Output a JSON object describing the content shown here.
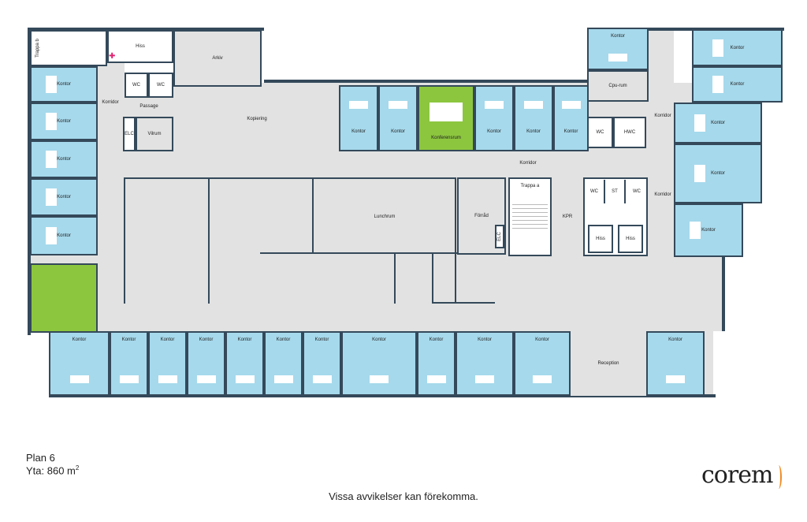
{
  "plan": {
    "rooms": {
      "trappa_b": "Trappa b",
      "hiss_1": "Hiss",
      "arkiv": "Arkiv",
      "wc_1": "WC",
      "wc_2": "WC",
      "passage": "Passage",
      "korridor_left": "Korridor",
      "elc_1": "ELC",
      "vilrum": "Vilrum",
      "kopiering": "Kopiering",
      "kontor_left": [
        "Kontor",
        "Kontor",
        "Kontor",
        "Kontor",
        "Kontor"
      ],
      "kontor_top": [
        "Kontor",
        "Kontor",
        "Kontor",
        "Kontor",
        "Kontor"
      ],
      "konferensrum": "Konferensrum",
      "korridor_mid": "Korridor",
      "lunchrum": "Lunchrum",
      "forrad": "Förråd",
      "elc_2": "ELC",
      "trappa_a": "Trappa a",
      "kpr": "KPR",
      "wc_3": "WC",
      "st": "ST",
      "wc_4": "WC",
      "hiss_2": "Hiss",
      "hiss_3": "Hiss",
      "kontor_rw_top": "Kontor",
      "cpu_rum": "Cpu-rum",
      "wc_5": "WC",
      "hwc": "HWC",
      "korridor_right_1": "Korridor",
      "korridor_right_2": "Korridor",
      "kontor_right": [
        "Kontor",
        "Kontor",
        "Kontor",
        "Kontor",
        "Kontor"
      ],
      "kontor_bottom": [
        "Kontor",
        "Kontor",
        "Kontor",
        "Kontor",
        "Kontor",
        "Kontor",
        "Kontor",
        "Kontor",
        "Kontor",
        "Kontor",
        "Kontor",
        "Kontor"
      ],
      "reception": "Reception"
    }
  },
  "info": {
    "plan_name": "Plan 6",
    "area_label": "Yta: 860 m",
    "area_sup": "2",
    "disclaimer": "Vissa avvikelser kan förekomma.",
    "logo": "corem"
  },
  "colors": {
    "office": "#a6d9ec",
    "conference": "#8cc63f",
    "common": "#e2e2e2",
    "wall": "#34495a",
    "logo_accent": "#f08a24"
  }
}
